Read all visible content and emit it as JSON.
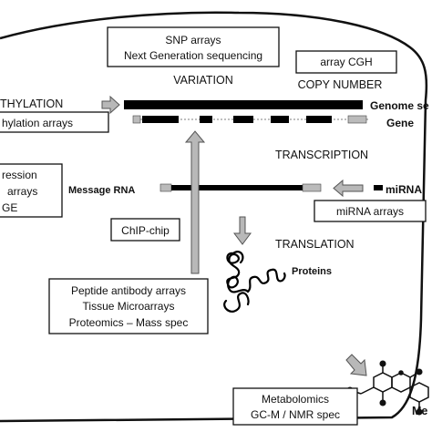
{
  "variation_box": {
    "line1": "SNP arrays",
    "line2": "Next Generation sequencing"
  },
  "array_cgh": "array CGH",
  "variation_label": "VARIATION",
  "copy_number_label": "COPY NUMBER",
  "methylation_label": "THYLATION",
  "methylation_arrays": "hylation arrays",
  "genome_label": "Genome se",
  "gene_label": "Gene",
  "transcription_label": "TRANSCRIPTION",
  "expression_box": {
    "line1": "ression",
    "line2": "arrays",
    "line3": "GE"
  },
  "message_rna_label": "Message RNA",
  "mirna_label": "miRNA",
  "mirna_arrays": "miRNA arrays",
  "chip_chip": "ChIP-chip",
  "translation_label": "TRANSLATION",
  "proteins_label": "Proteins",
  "protein_box": {
    "line1": "Peptide antibody arrays",
    "line2": "Tissue Microarrays",
    "line3": "Proteomics – Mass spec"
  },
  "metabolomics_box": {
    "line1": "Metabolomics",
    "line2": "GC-M / NMR spec"
  },
  "metabolite_label": "Me"
}
